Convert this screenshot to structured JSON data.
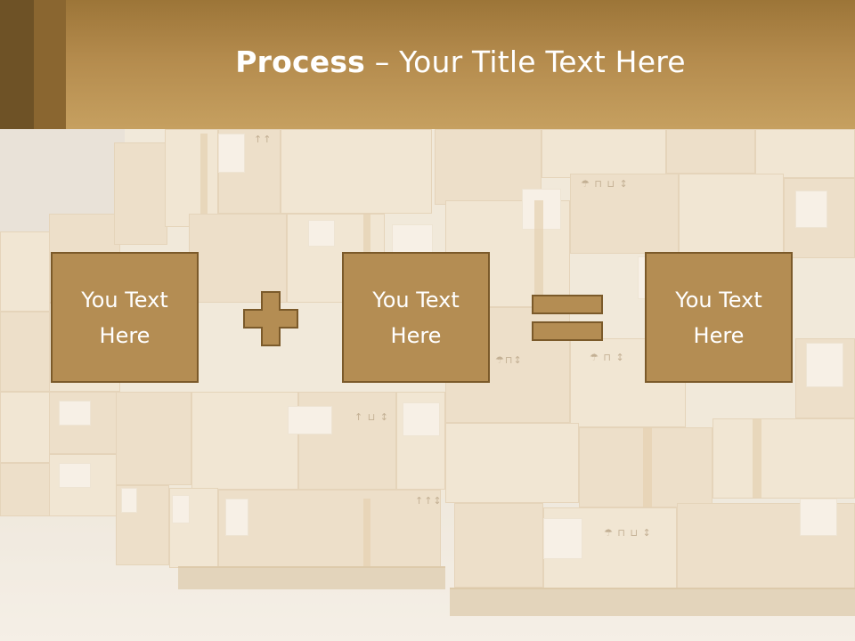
{
  "title": {
    "bold": "Process",
    "rest": " – Your Title Text Here"
  },
  "steps": [
    {
      "text": "You Text\nHere"
    },
    {
      "text": "You Text\nHere"
    },
    {
      "text": "You Text\nHere"
    }
  ],
  "operators": [
    "plus",
    "equals"
  ],
  "colors": {
    "header": "#b48b4d",
    "box_fill": "#b48d53",
    "box_border": "#7b5a2a",
    "text": "#ffffff"
  }
}
